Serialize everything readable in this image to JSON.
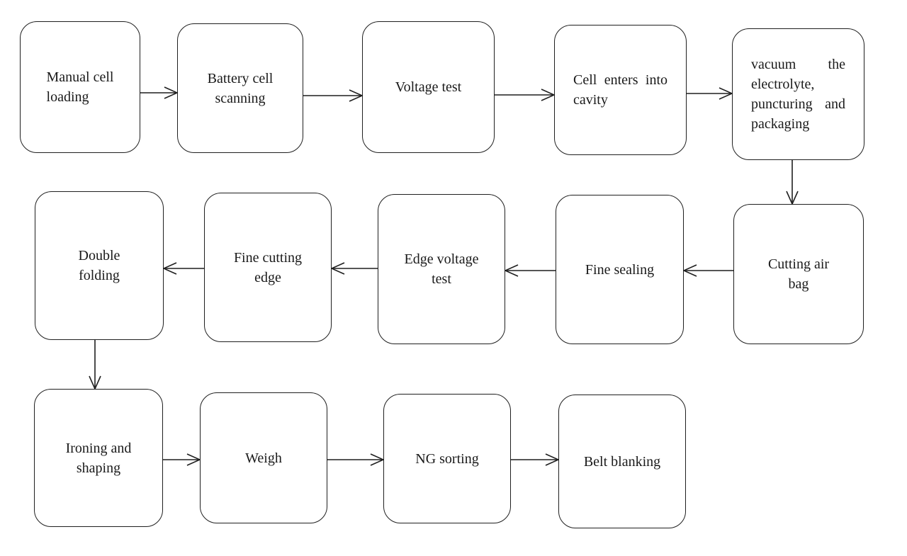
{
  "diagram": {
    "steps": [
      {
        "id": "manual-cell-loading",
        "label": "Manual cell\nloading"
      },
      {
        "id": "battery-cell-scanning",
        "label": "Battery cell\nscanning"
      },
      {
        "id": "voltage-test",
        "label": "Voltage test"
      },
      {
        "id": "cell-enters-into-cavity",
        "label": "Cell enters into cavity"
      },
      {
        "id": "vacuum-electrolyte",
        "label": "vacuum the electrolyte, puncturing and packaging"
      },
      {
        "id": "cutting-air-bag",
        "label": "Cutting air\nbag"
      },
      {
        "id": "fine-sealing",
        "label": "Fine sealing"
      },
      {
        "id": "edge-voltage-test",
        "label": "Edge voltage\ntest"
      },
      {
        "id": "fine-cutting-edge",
        "label": "Fine cutting\nedge"
      },
      {
        "id": "double-folding",
        "label": "Double\nfolding"
      },
      {
        "id": "ironing-and-shaping",
        "label": "Ironing and\nshaping"
      },
      {
        "id": "weigh",
        "label": "Weigh"
      },
      {
        "id": "ng-sorting",
        "label": "NG sorting"
      },
      {
        "id": "belt-blanking",
        "label": "Belt blanking"
      }
    ]
  }
}
